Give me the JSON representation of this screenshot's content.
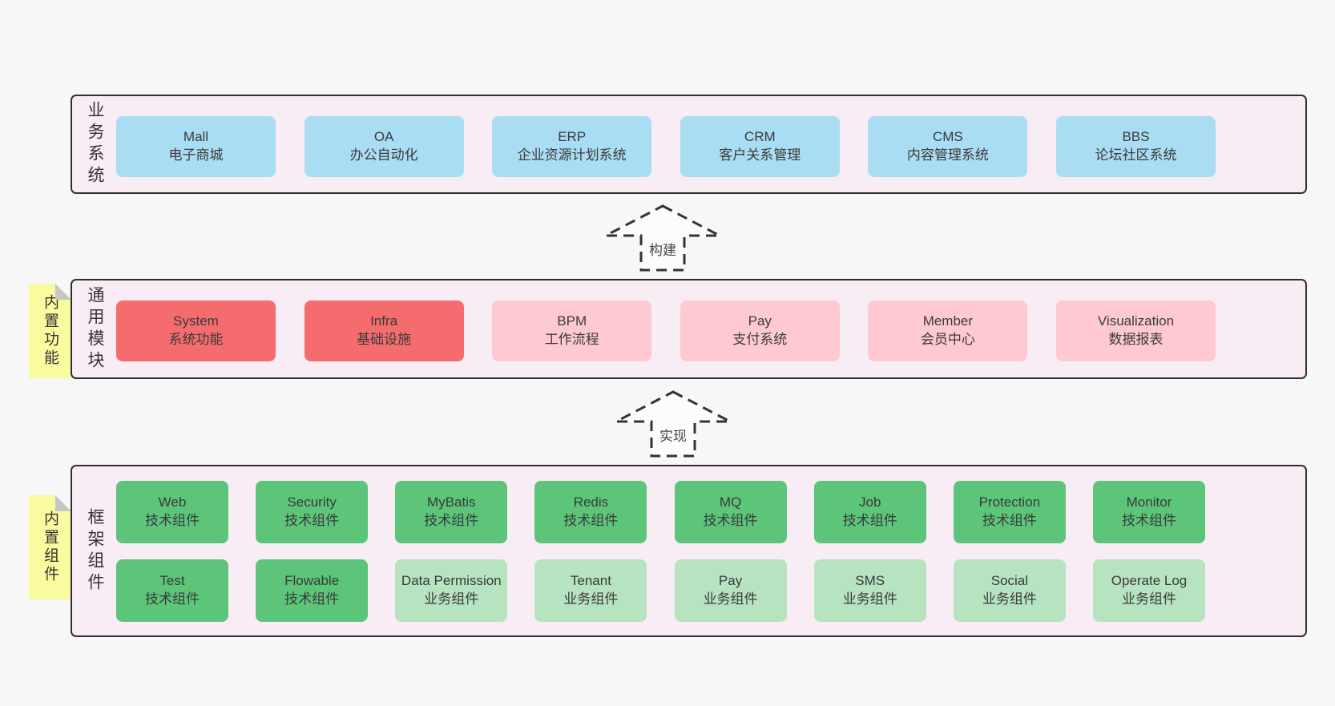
{
  "colors": {
    "page_bg": "#f7f7f7",
    "panel_bg": "#f8edf5",
    "panel_border": "#2f2f2f",
    "blue_box": "#a9ddf4",
    "red_box": "#f56c6f",
    "pink_box": "#ffc9d2",
    "green_dark_box": "#5cc57a",
    "green_light_box": "#b7e3c0",
    "sticky_bg": "#fafa9e",
    "sticky_fold": "#c6c6c6",
    "text": "#3a3a3a"
  },
  "arrows": {
    "build": "构建",
    "implement": "实现"
  },
  "sections": {
    "business": {
      "label": "业务系统",
      "boxes": [
        {
          "title": "Mall",
          "subtitle": "电子商城"
        },
        {
          "title": "OA",
          "subtitle": "办公自动化"
        },
        {
          "title": "ERP",
          "subtitle": "企业资源计划系统"
        },
        {
          "title": "CRM",
          "subtitle": "客户关系管理"
        },
        {
          "title": "CMS",
          "subtitle": "内容管理系统"
        },
        {
          "title": "BBS",
          "subtitle": "论坛社区系统"
        }
      ]
    },
    "modules": {
      "label": "通用模块",
      "sticky": "内置功能",
      "boxes": [
        {
          "title": "System",
          "subtitle": "系统功能",
          "variant": "red"
        },
        {
          "title": "Infra",
          "subtitle": "基础设施",
          "variant": "red"
        },
        {
          "title": "BPM",
          "subtitle": "工作流程",
          "variant": "pink"
        },
        {
          "title": "Pay",
          "subtitle": "支付系统",
          "variant": "pink"
        },
        {
          "title": "Member",
          "subtitle": "会员中心",
          "variant": "pink"
        },
        {
          "title": "Visualization",
          "subtitle": "数据报表",
          "variant": "pink"
        }
      ]
    },
    "framework": {
      "label": "框架组件",
      "sticky": "内置组件",
      "row1": [
        {
          "title": "Web",
          "subtitle": "技术组件",
          "variant": "green-dark"
        },
        {
          "title": "Security",
          "subtitle": "技术组件",
          "variant": "green-dark"
        },
        {
          "title": "MyBatis",
          "subtitle": "技术组件",
          "variant": "green-dark"
        },
        {
          "title": "Redis",
          "subtitle": "技术组件",
          "variant": "green-dark"
        },
        {
          "title": "MQ",
          "subtitle": "技术组件",
          "variant": "green-dark"
        },
        {
          "title": "Job",
          "subtitle": "技术组件",
          "variant": "green-dark"
        },
        {
          "title": "Protection",
          "subtitle": "技术组件",
          "variant": "green-dark"
        },
        {
          "title": "Monitor",
          "subtitle": "技术组件",
          "variant": "green-dark"
        }
      ],
      "row2": [
        {
          "title": "Test",
          "subtitle": "技术组件",
          "variant": "green-dark"
        },
        {
          "title": "Flowable",
          "subtitle": "技术组件",
          "variant": "green-dark"
        },
        {
          "title": "Data Permission",
          "subtitle": "业务组件",
          "variant": "green-light"
        },
        {
          "title": "Tenant",
          "subtitle": "业务组件",
          "variant": "green-light"
        },
        {
          "title": "Pay",
          "subtitle": "业务组件",
          "variant": "green-light"
        },
        {
          "title": "SMS",
          "subtitle": "业务组件",
          "variant": "green-light"
        },
        {
          "title": "Social",
          "subtitle": "业务组件",
          "variant": "green-light"
        },
        {
          "title": "Operate Log",
          "subtitle": "业务组件",
          "variant": "green-light"
        }
      ]
    }
  }
}
